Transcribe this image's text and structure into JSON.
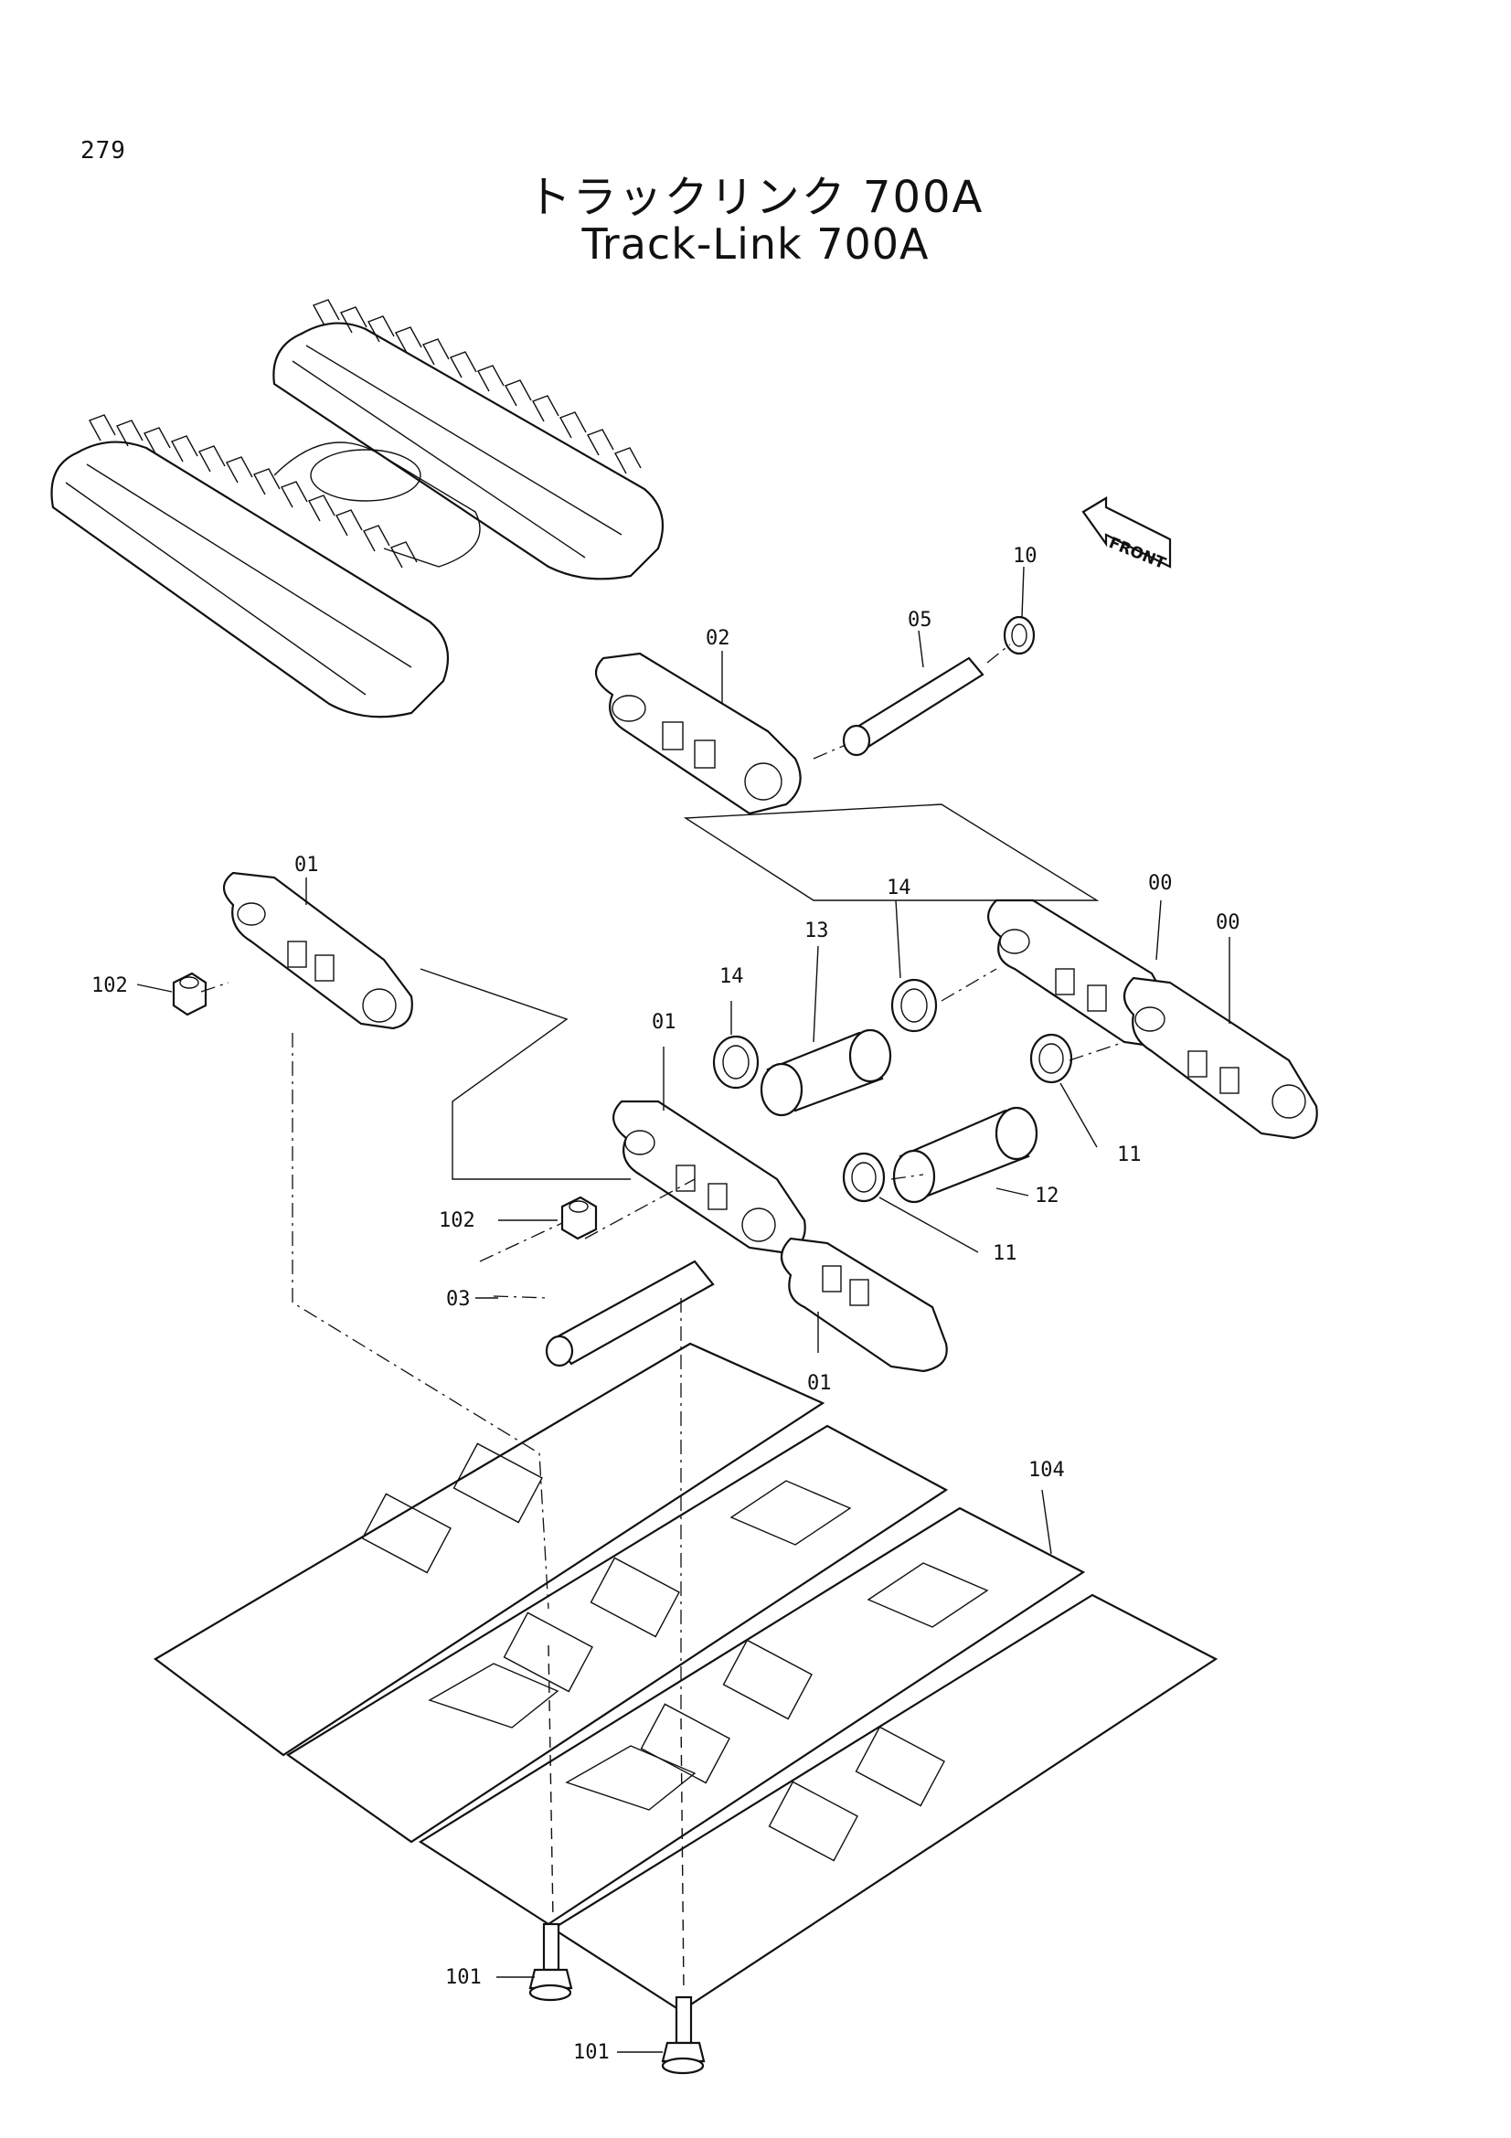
{
  "page_number": "279",
  "title_jp": "トラックリンク 700A",
  "title_en": "Track-Link 700A",
  "direction_label": "FRONT",
  "callouts": {
    "c00a": "00",
    "c00b": "00",
    "c01a": "01",
    "c01b": "01",
    "c01c": "01",
    "c02": "02",
    "c03": "03",
    "c05": "05",
    "c10": "10",
    "c11a": "11",
    "c11b": "11",
    "c12": "12",
    "c13": "13",
    "c14a": "14",
    "c14b": "14",
    "c101a": "101",
    "c101b": "101",
    "c102a": "102",
    "c102b": "102",
    "c104": "104"
  }
}
